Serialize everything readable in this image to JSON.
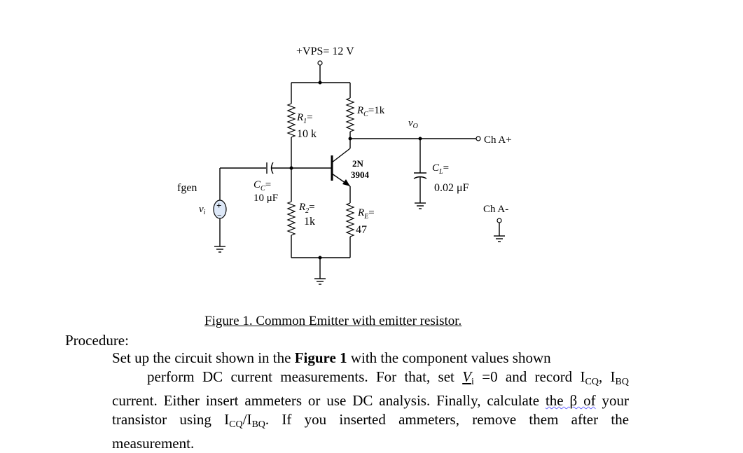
{
  "circuit": {
    "supply_label": "+VPS= 12 V",
    "r1_label_line1": "R",
    "r1_sub": "1",
    "r1_eq": "=",
    "r1_value": "10 k",
    "r2_label": "R",
    "r2_sub": "2",
    "r2_eq": "=",
    "r2_value": "1k",
    "rc_label": "R",
    "rc_sub": "C",
    "rc_value": "=1k",
    "re_label": "R",
    "re_sub": "E",
    "re_eq": "=",
    "re_value": "47",
    "cc_label": "C",
    "cc_sub": "C",
    "cc_eq": "=",
    "cc_value": "10 μF",
    "cl_label": "C",
    "cl_sub": "L",
    "cl_eq": "=",
    "cl_value": "0.02 μF",
    "transistor_line1": "2N",
    "transistor_line2": "3904",
    "vo_label": "v",
    "vo_sub": "O",
    "vi_label": "v",
    "vi_sub": "i",
    "fgen_label": "fgen",
    "ch_a_plus": "Ch A+",
    "ch_a_minus": "Ch A-",
    "source_plus": "+",
    "source_minus": "−"
  },
  "figure_caption": "Figure 1.  Common Emitter with emitter resistor.",
  "procedure": {
    "heading": "Procedure:",
    "l1_a": "Set up the circuit shown in the ",
    "l1_b": "Figure 1",
    "l1_c": " with the component values shown",
    "l2_a": "perform DC current measurements. For that, set ",
    "l2_v": "V",
    "l2_vsub": "i",
    "l2_b": " =0 and record I",
    "l2_sub1": "CQ",
    "l2_c": ", I",
    "l2_sub2": "BQ",
    "l3_a": "current. Either insert ammeters or use DC analysis. Finally, calculate ",
    "l3_b": "the β of",
    "l3_c": " your",
    "l4_a": "transistor using I",
    "l4_sub1": "CQ",
    "l4_b": "/I",
    "l4_sub2": "BQ",
    "l4_c": ". If you inserted ammeters, remove them after the",
    "l5": "measurement."
  }
}
